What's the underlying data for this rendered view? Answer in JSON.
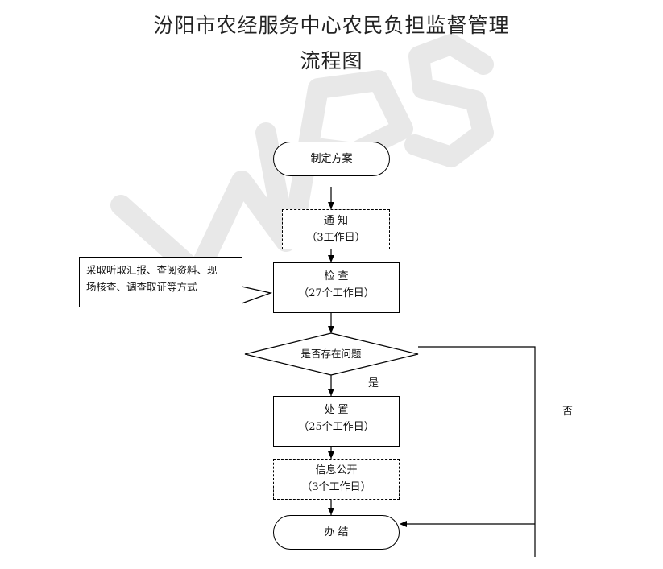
{
  "title": {
    "line1": "汾阳市农经服务中心农民负担监督管理",
    "line2": "流程图"
  },
  "watermark": {
    "text": "WPS",
    "color": "#e6e6e6"
  },
  "nodes": {
    "start": {
      "label": "制定方案"
    },
    "notify": {
      "label": "通  知",
      "duration": "（3工作日）"
    },
    "inspect": {
      "label": "检  查",
      "duration": "（27个工作日）"
    },
    "decision": {
      "label": "是否存在问题"
    },
    "handle": {
      "label": "处  置",
      "duration": "（25个工作日）"
    },
    "publicize": {
      "label": "信息公开",
      "duration": "（3个工作日）"
    },
    "end": {
      "label": "办  结"
    }
  },
  "callout": {
    "line1": "采取听取汇报、查阅资料、现",
    "line2": "场核查、调查取证等方式"
  },
  "edges": {
    "yes_label": "是",
    "no_label": "否"
  }
}
